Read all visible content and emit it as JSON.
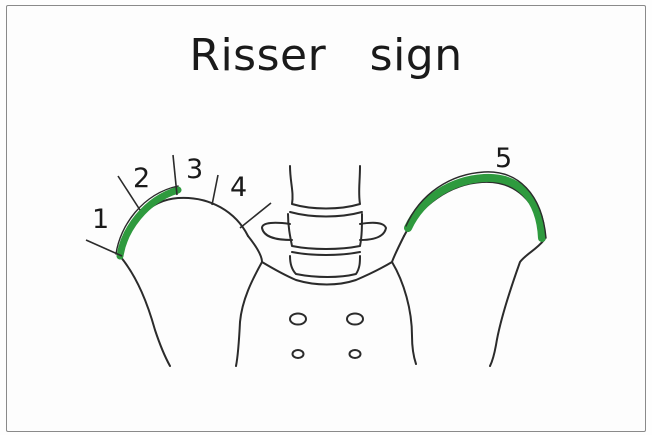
{
  "title": "Risser   sign",
  "grades": [
    "1",
    "2",
    "3",
    "4",
    "5"
  ],
  "colors": {
    "ossification": "#2e9a3e",
    "outline": "#2b2b2b",
    "frame": "#8a8a8a"
  }
}
